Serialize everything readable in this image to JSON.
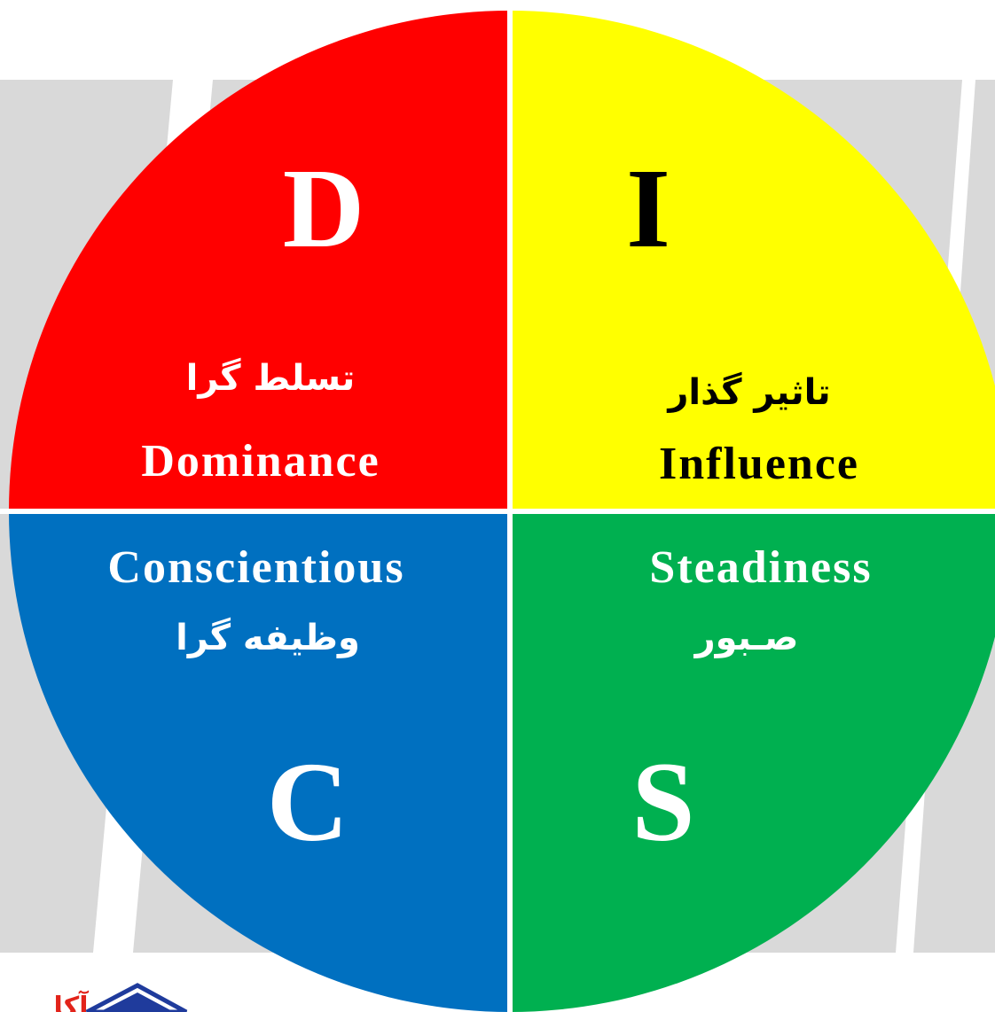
{
  "colors": {
    "dominance": "#ff0000",
    "influence": "#ffff00",
    "steadiness": "#00b050",
    "conscientious": "#0070c0",
    "background_stripes": "#d9d9d9",
    "divider": "#ffffff",
    "logo_text": "#e2231a",
    "logo_mark": "#1f3b9c"
  },
  "quadrants": {
    "dominance": {
      "letter": "D",
      "english": "Dominance",
      "persian": "تسلط گرا",
      "text_color": "#ffffff",
      "letter_color": "#ffffff"
    },
    "influence": {
      "letter": "I",
      "english": "Influence",
      "persian": "تاثیر گذار",
      "text_color": "#000000",
      "letter_color": "#000000"
    },
    "steadiness": {
      "letter": "S",
      "english": "Steadiness",
      "persian": "صـبور",
      "text_color": "#ffffff",
      "letter_color": "#ffffff"
    },
    "conscientious": {
      "letter": "C",
      "english": "Conscientious",
      "persian": "وظیفه گرا",
      "text_color": "#ffffff",
      "letter_color": "#ffffff"
    }
  },
  "logo": {
    "text": "آکا",
    "icon": "house-roof-logo-icon"
  }
}
